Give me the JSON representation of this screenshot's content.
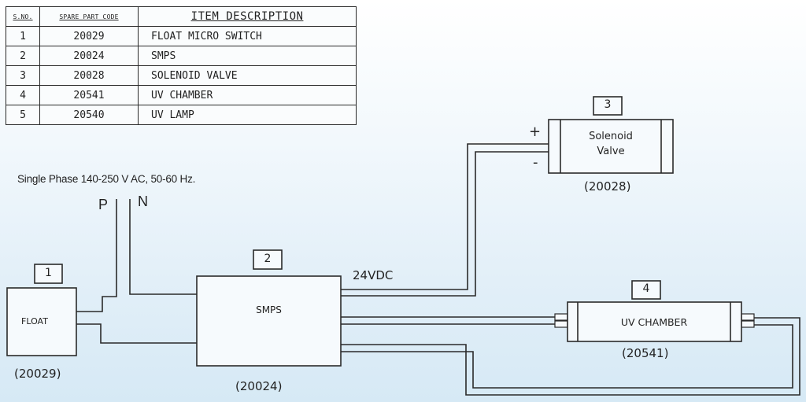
{
  "table": {
    "headers": [
      "S.NO.",
      "SPARE PART CODE",
      "ITEM DESCRIPTION"
    ],
    "rows": [
      {
        "sno": "1",
        "code": "20029",
        "desc": "FLOAT MICRO SWITCH"
      },
      {
        "sno": "2",
        "code": "20024",
        "desc": "SMPS"
      },
      {
        "sno": "3",
        "code": "20028",
        "desc": "SOLENOID VALVE"
      },
      {
        "sno": "4",
        "code": "20541",
        "desc": "UV CHAMBER"
      },
      {
        "sno": "5",
        "code": "20540",
        "desc": "UV LAMP"
      }
    ]
  },
  "supply": {
    "label": "Single Phase 140-250 V AC, 50-60 Hz.",
    "phase": "P",
    "neutral": "N"
  },
  "components": {
    "float": {
      "number": "1",
      "name": "FLOAT",
      "code": "(20029)"
    },
    "smps": {
      "number": "2",
      "name": "SMPS",
      "code": "(20024)",
      "output": "24VDC"
    },
    "solenoid": {
      "number": "3",
      "name_line1": "Solenoid",
      "name_line2": "Valve",
      "code": "(20028)",
      "plus": "+",
      "minus": "-"
    },
    "uv": {
      "number": "4",
      "name": "UV CHAMBER",
      "code": "(20541)"
    }
  },
  "colors": {
    "line": "#2a2a2a",
    "box_fill": "#f6fafd",
    "table_fill": "#fafcfd"
  }
}
